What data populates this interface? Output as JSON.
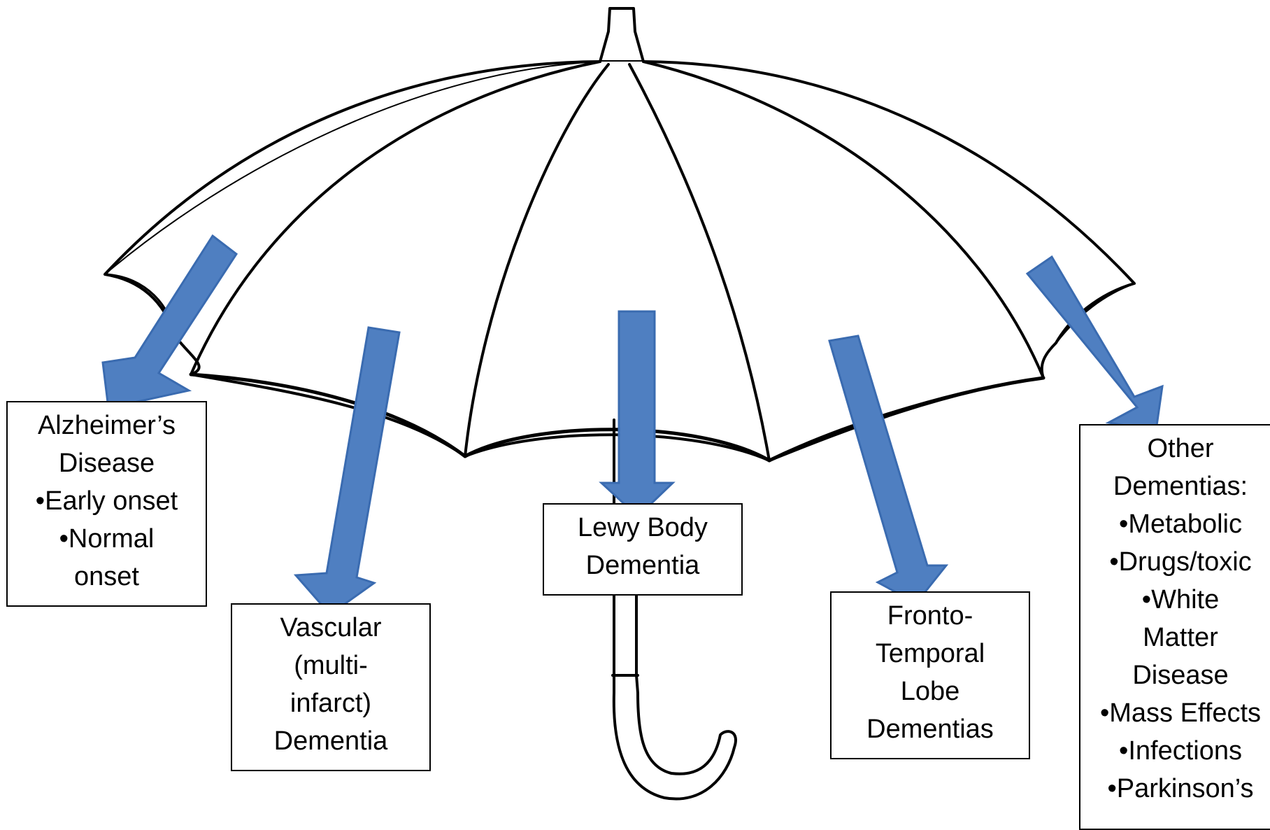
{
  "colors": {
    "arrow": "#4F7FC1",
    "arrow_stroke": "#3A6BB0",
    "outline": "#000000"
  },
  "categories": {
    "alzheimers": {
      "lines": [
        "Alzheimer’s",
        "Disease",
        "•Early onset",
        "•Normal",
        "onset"
      ]
    },
    "vascular": {
      "lines": [
        "Vascular",
        "(multi-",
        "infarct)",
        "Dementia"
      ]
    },
    "lewy": {
      "lines": [
        "Lewy Body",
        "Dementia"
      ]
    },
    "ftd": {
      "lines": [
        "Fronto-",
        "Temporal",
        "Lobe",
        "Dementias"
      ]
    },
    "other": {
      "lines": [
        "Other",
        "Dementias:",
        "•Metabolic",
        "•Drugs/toxic",
        "•White",
        "Matter",
        "Disease",
        "•Mass Effects",
        "•Infections",
        "•Parkinson’s"
      ]
    }
  }
}
